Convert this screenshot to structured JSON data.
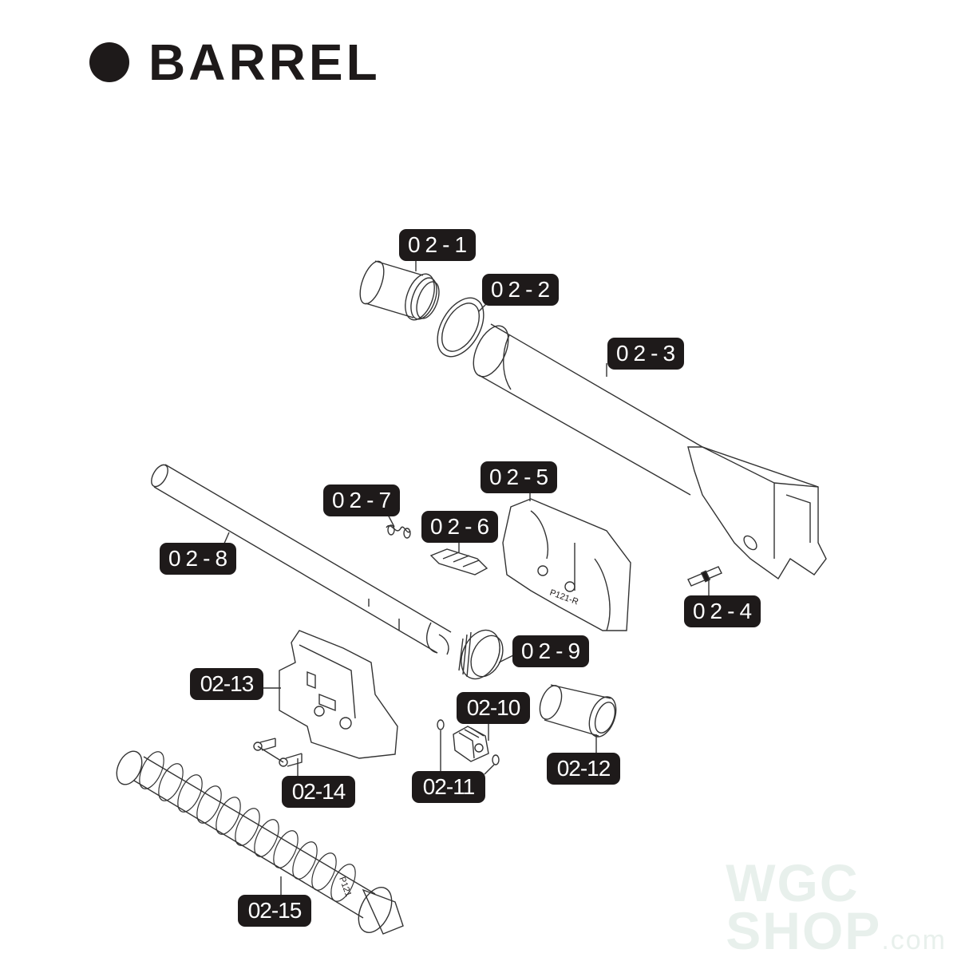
{
  "title": {
    "bullet": "filled-circle",
    "text": "BARREL"
  },
  "parts": [
    {
      "id": "02-1",
      "label": "02-1",
      "desc": "barrel tip thread cap"
    },
    {
      "id": "02-2",
      "label": "02-2",
      "desc": "washer ring"
    },
    {
      "id": "02-3",
      "label": "02-3",
      "desc": "outer barrel"
    },
    {
      "id": "02-4",
      "label": "02-4",
      "desc": "pin"
    },
    {
      "id": "02-5",
      "label": "02-5",
      "desc": "hop-up chamber right",
      "marking": "P121-R"
    },
    {
      "id": "02-6",
      "label": "02-6",
      "desc": "hop-up nub"
    },
    {
      "id": "02-7",
      "label": "02-7",
      "desc": "spring"
    },
    {
      "id": "02-8",
      "label": "02-8",
      "desc": "inner barrel"
    },
    {
      "id": "02-9",
      "label": "02-9",
      "desc": "hop-up adjustment wheel"
    },
    {
      "id": "02-10",
      "label": "02-10",
      "desc": "gear"
    },
    {
      "id": "02-11",
      "label": "02-11",
      "desc": "o-rings"
    },
    {
      "id": "02-12",
      "label": "02-12",
      "desc": "hop-up bucking"
    },
    {
      "id": "02-13",
      "label": "02-13",
      "desc": "hop-up chamber left"
    },
    {
      "id": "02-14",
      "label": "02-14",
      "desc": "screws"
    },
    {
      "id": "02-15",
      "label": "02-15",
      "desc": "recoil spring guide",
      "marking": "P121"
    }
  ],
  "watermark": {
    "line1": "WGC",
    "line2": "SHOP",
    "suffix": ".com",
    "color": "#e8f0ec"
  },
  "colors": {
    "ink": "#1e1a1a",
    "label_bg": "#1e1a1a",
    "label_text": "#ffffff",
    "background": "#ffffff"
  }
}
